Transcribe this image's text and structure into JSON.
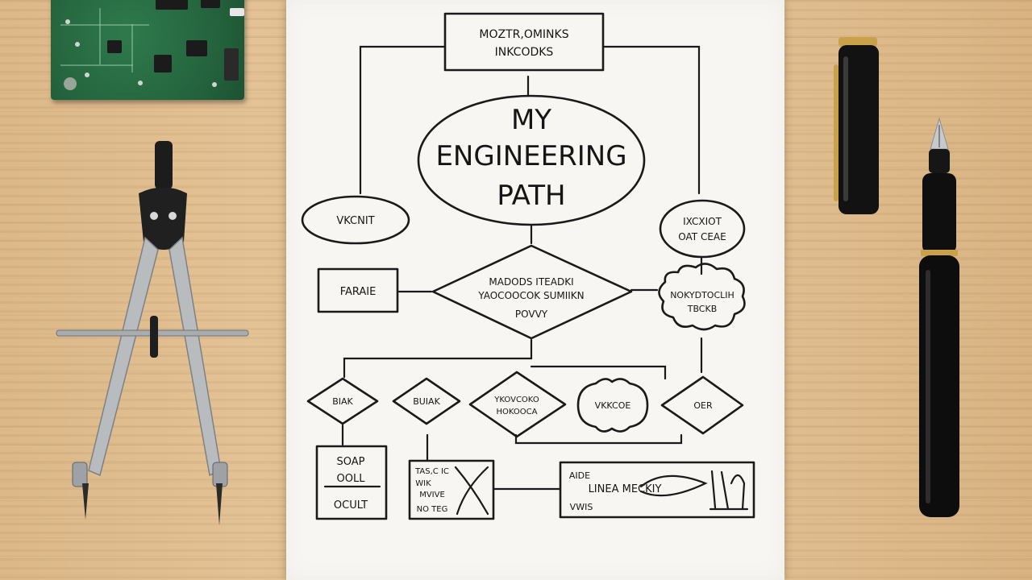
{
  "flowchart": {
    "top_box": [
      "MOZTR,OMINKS",
      "INKCODKS"
    ],
    "title_lines": [
      "MY",
      "ENGINEERING",
      "PATH"
    ],
    "left_oval": "VKCNIT",
    "right_oval": [
      "IXCXIOT",
      "OAT CEAE"
    ],
    "left_box": "FARAIE",
    "center_diamond": [
      "MADODS ITEADKI",
      "YAOCOOCOK SUMIIKN",
      "POVVY"
    ],
    "cloud": [
      "NOKYDTOCLIH",
      "TBCKB"
    ],
    "row_shapes": [
      "BIAK",
      "BUIAK",
      "YKOVCOKO",
      "HOKOOCA",
      "VKKCOE",
      "OER"
    ],
    "box_a": [
      "SOAP",
      "OOLL",
      "OCULT"
    ],
    "box_b": [
      "TAS,C IC",
      "WIK",
      "MVIVE",
      "NO TEG"
    ],
    "box_c": [
      "AIDE",
      "LINEA MECKIY",
      "VWIS"
    ]
  },
  "colors": {
    "ink": "#1a1a1a",
    "paper": "#f7f6f3",
    "wood": "#dfbd8f",
    "pcb": "#23613c"
  },
  "icons": [
    "circuit-board",
    "compass-divider",
    "pen-cap",
    "fountain-pen"
  ]
}
